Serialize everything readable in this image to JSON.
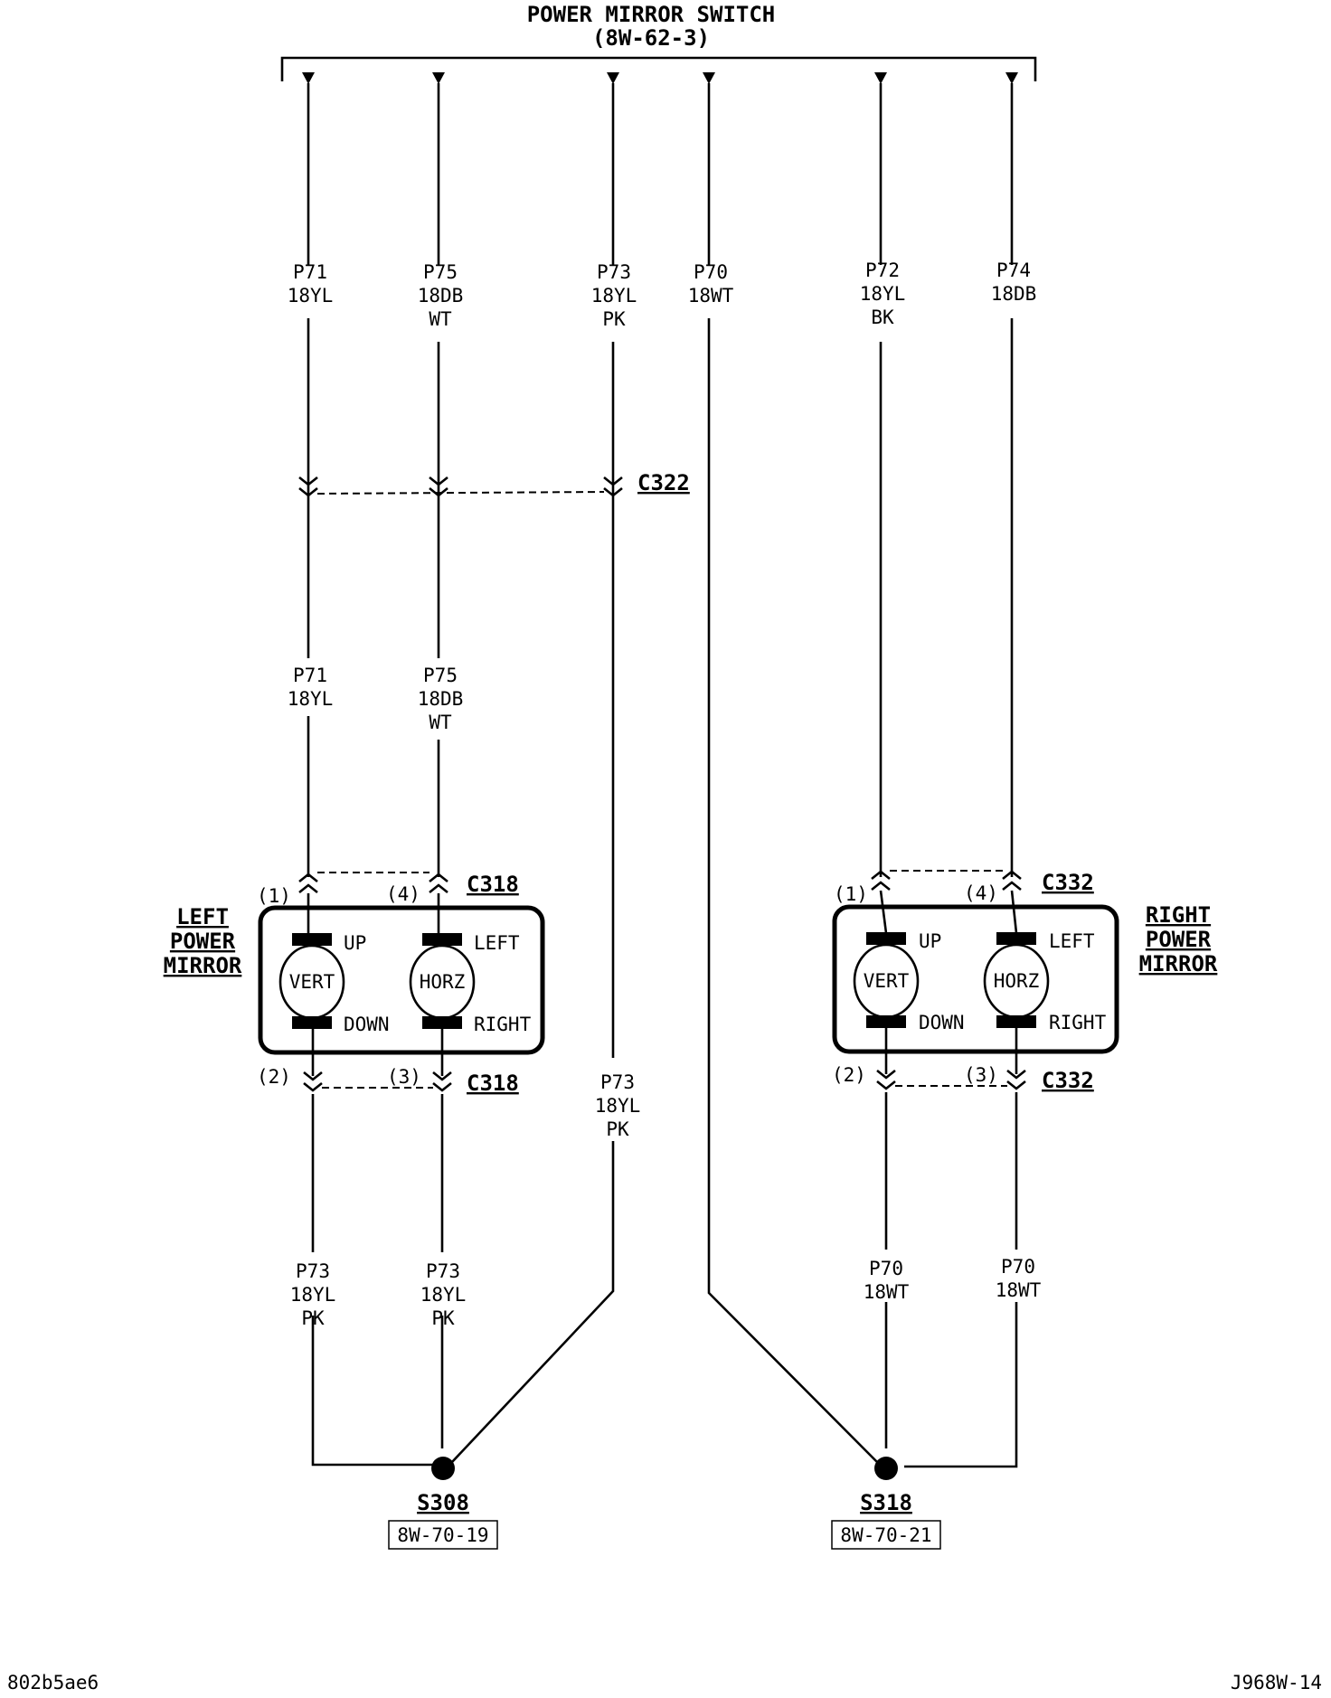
{
  "header": {
    "title": "POWER MIRROR SWITCH",
    "ref": "(8W-62-3)"
  },
  "top_wires": [
    {
      "circuit": "P71",
      "gauge": "18YL",
      "tracer": ""
    },
    {
      "circuit": "P75",
      "gauge": "18DB",
      "tracer": "WT"
    },
    {
      "circuit": "P73",
      "gauge": "18YL",
      "tracer": "PK"
    },
    {
      "circuit": "P70",
      "gauge": "18WT",
      "tracer": ""
    },
    {
      "circuit": "P72",
      "gauge": "18YL",
      "tracer": "BK"
    },
    {
      "circuit": "P74",
      "gauge": "18DB",
      "tracer": ""
    }
  ],
  "connectors": {
    "c322": "C322",
    "c318": "C318",
    "c332": "C332"
  },
  "left_mirror": {
    "title1": "LEFT",
    "title2": "POWER",
    "title3": "MIRROR",
    "pin1": "(1)",
    "pin2": "(2)",
    "pin3": "(3)",
    "pin4": "(4)",
    "vert": "VERT",
    "horz": "HORZ",
    "up": "UP",
    "down": "DOWN",
    "left": "LEFT",
    "right": "RIGHT"
  },
  "right_mirror": {
    "title1": "RIGHT",
    "title2": "POWER",
    "title3": "MIRROR",
    "pin1": "(1)",
    "pin2": "(2)",
    "pin3": "(3)",
    "pin4": "(4)",
    "vert": "VERT",
    "horz": "HORZ",
    "up": "UP",
    "down": "DOWN",
    "left": "LEFT",
    "right": "RIGHT"
  },
  "mid_wires": [
    {
      "circuit": "P71",
      "gauge": "18YL",
      "tracer": ""
    },
    {
      "circuit": "P75",
      "gauge": "18DB",
      "tracer": "WT"
    }
  ],
  "long_wire": {
    "circuit": "P73",
    "gauge": "18YL",
    "tracer": "PK"
  },
  "bottom_left_wires": [
    {
      "circuit": "P73",
      "gauge": "18YL",
      "tracer": "PK"
    },
    {
      "circuit": "P73",
      "gauge": "18YL",
      "tracer": "PK"
    }
  ],
  "bottom_right_wires": [
    {
      "circuit": "P70",
      "gauge": "18WT"
    },
    {
      "circuit": "P70",
      "gauge": "18WT"
    }
  ],
  "splices": [
    {
      "name": "S308",
      "ref": "8W-70-19"
    },
    {
      "name": "S318",
      "ref": "8W-70-21"
    }
  ],
  "footer": {
    "left_code": "802b5ae6",
    "right_code": "J968W-14"
  }
}
